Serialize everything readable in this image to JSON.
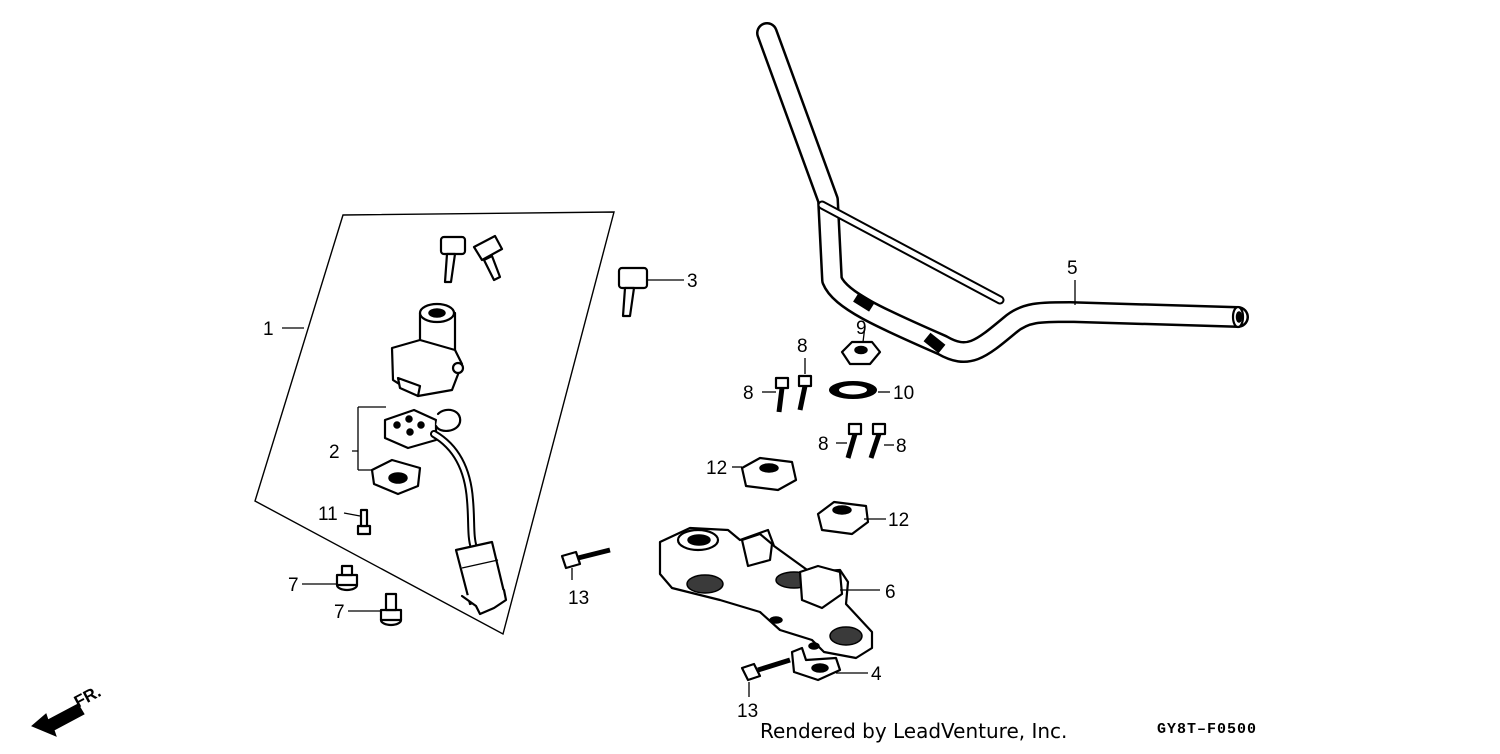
{
  "diagram": {
    "callouts": [
      "1",
      "2",
      "3",
      "4",
      "5",
      "6",
      "7",
      "7",
      "8",
      "8",
      "8",
      "8",
      "9",
      "10",
      "11",
      "12",
      "12",
      "13",
      "13"
    ],
    "direction_label": "FR.",
    "credit": "Rendered by LeadVenture, Inc.",
    "diagram_code": "GY8T–F0500"
  }
}
